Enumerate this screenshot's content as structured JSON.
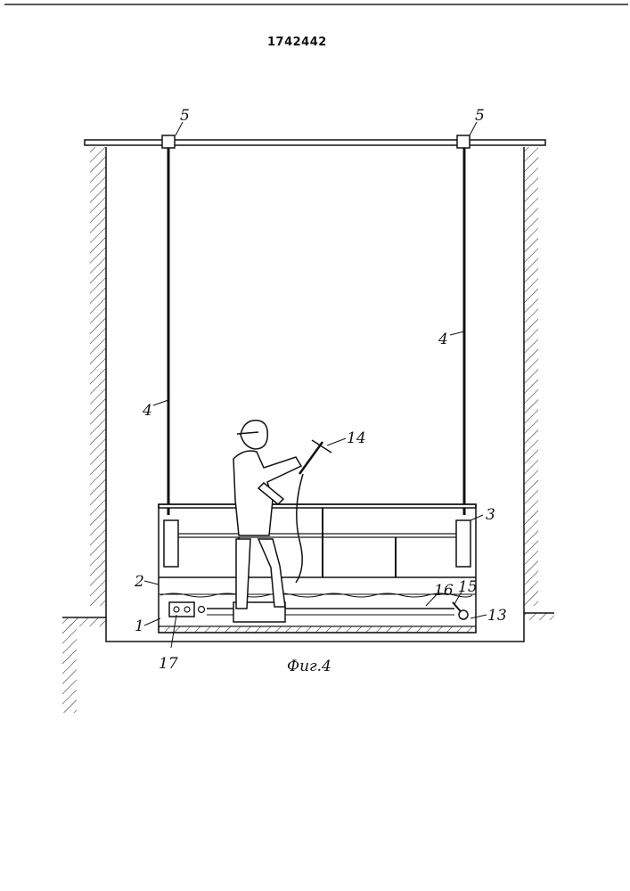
{
  "document": {
    "number": "1742442",
    "caption": "Фиг.4"
  },
  "labels": {
    "l1": "1",
    "l2": "2",
    "l3": "3",
    "l4a": "4",
    "l4b": "4",
    "l5a": "5",
    "l5b": "5",
    "l13": "13",
    "l14": "14",
    "l15": "15",
    "l16": "16",
    "l17": "17"
  }
}
